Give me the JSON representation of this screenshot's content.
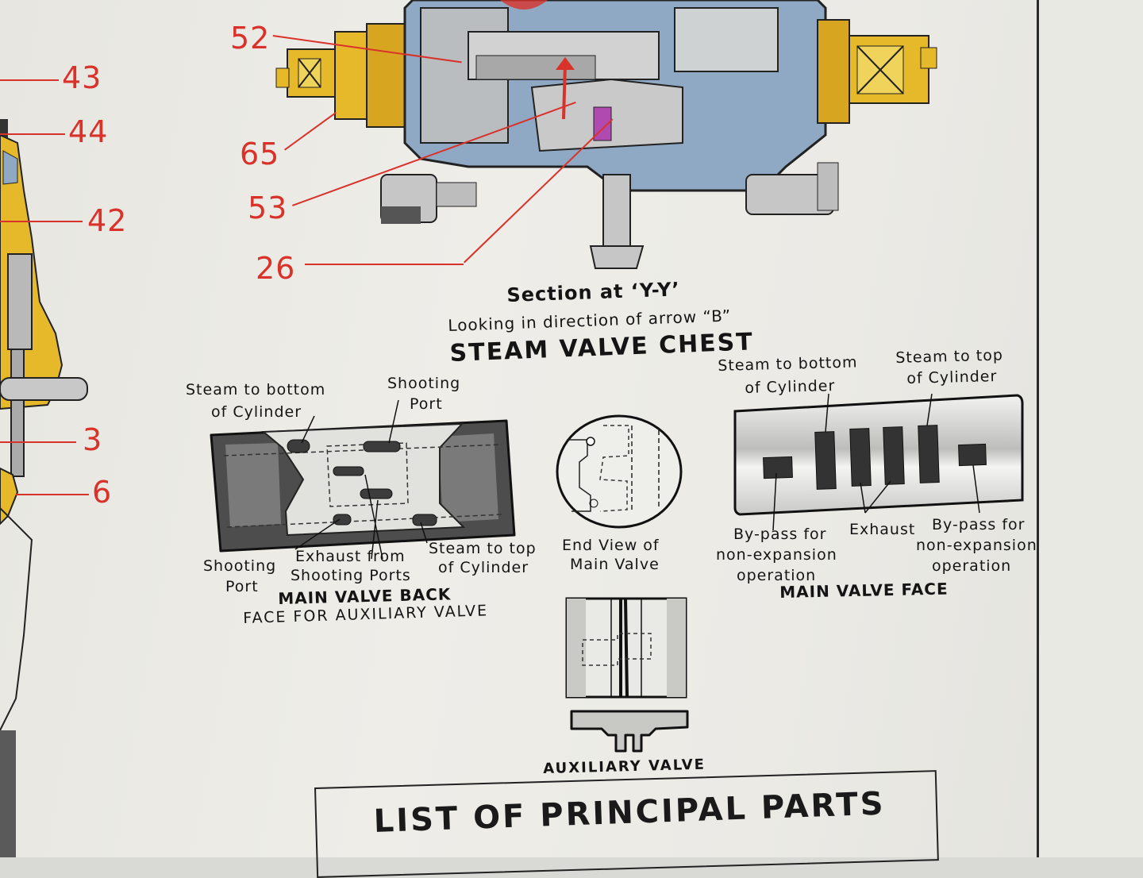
{
  "colors": {
    "accent_red": "#d8322a",
    "brass": "#e5b92a",
    "steel_blue": "#8fa9c4",
    "dark_grey": "#555555"
  },
  "callouts": {
    "n52": "52",
    "n43": "43",
    "n44": "44",
    "n65": "65",
    "n42": "42",
    "n53": "53",
    "n26": "26",
    "n3": "3",
    "n6": "6"
  },
  "section": {
    "title": "Section at ‘Y-Y’",
    "subtitle": "Looking in direction of arrow “B”",
    "heading": "STEAM VALVE CHEST"
  },
  "main_valve_back": {
    "label_steam_bottom": "Steam to bottom",
    "label_steam_bottom_2": "of Cylinder",
    "label_shooting_top": "Shooting",
    "label_shooting_top_2": "Port",
    "label_shooting_left": "Shooting",
    "label_shooting_left_2": "Port",
    "label_exhaust": "Exhaust from",
    "label_exhaust_2": "Shooting Ports",
    "label_steam_top": "Steam to top",
    "label_steam_top_2": "of Cylinder",
    "caption": "MAIN VALVE BACK",
    "caption_2": "FACE FOR AUXILIARY VALVE"
  },
  "end_view": {
    "label": "End View of",
    "label_2": "Main Valve"
  },
  "main_valve_face": {
    "label_steam_bottom": "Steam to bottom",
    "label_steam_bottom_2": "of Cylinder",
    "label_steam_top": "Steam to top",
    "label_steam_top_2": "of Cylinder",
    "label_bypass_left": "By-pass for",
    "label_bypass_left_2": "non-expansion",
    "label_bypass_left_3": "operation",
    "label_exhaust": "Exhaust",
    "label_bypass_right": "By-pass for",
    "label_bypass_right_2": "non-expansion",
    "label_bypass_right_3": "operation",
    "caption": "MAIN VALVE FACE"
  },
  "auxiliary": {
    "caption": "AUXILIARY VALVE"
  },
  "parts_list": {
    "title": "LIST OF PRINCIPAL PARTS"
  }
}
